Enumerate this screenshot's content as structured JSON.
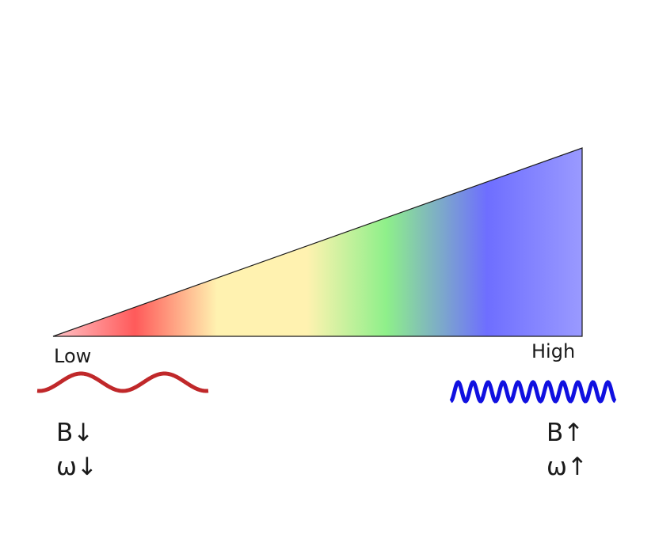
{
  "diagram": {
    "labels": {
      "low": "Low",
      "high": "High"
    },
    "low_side": {
      "field": "B↓",
      "frequency": "ω↓"
    },
    "high_side": {
      "field": "B↑",
      "frequency": "ω↑"
    },
    "colors": {
      "low_wave": "#c0282a",
      "high_wave": "#1010e0",
      "outline": "#1a1a1a",
      "spectrum": [
        "#ffc4c8",
        "#ff5a5a",
        "#fff2b0",
        "#fff2b0",
        "#8ef08a",
        "#6e6eff",
        "#9a9aff"
      ]
    },
    "icons": {
      "low_wave": "long-wavelength-wave-icon",
      "high_wave": "short-wavelength-wave-icon"
    }
  }
}
